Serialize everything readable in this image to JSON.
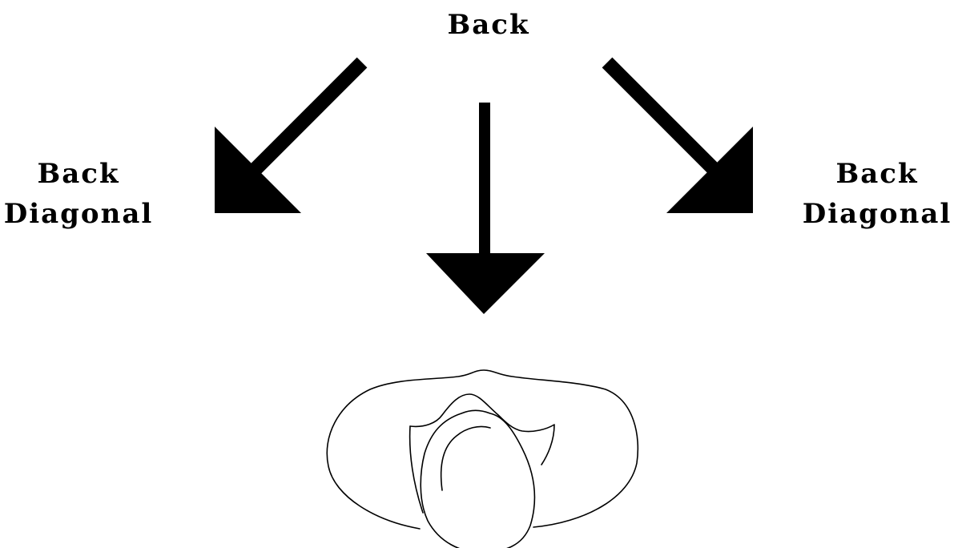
{
  "labels": {
    "top": "Back",
    "left_line1": "Back",
    "left_line2": "Diagonal",
    "right_line1": "Back",
    "right_line2": "Diagonal"
  },
  "colors": {
    "arrow": "#000000",
    "outline": "#000000",
    "background": "#ffffff"
  },
  "icons": {
    "center": "straight-down-arrow-icon",
    "left": "down-left-diagonal-arrow-icon",
    "right": "down-right-diagonal-arrow-icon",
    "figure": "head-and-shoulders-top-view-icon"
  }
}
